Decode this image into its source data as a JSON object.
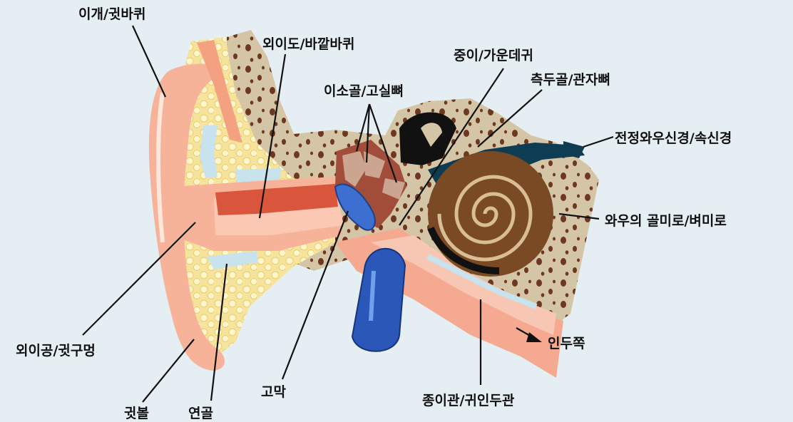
{
  "labels": {
    "pinna": "이개/귓바퀴",
    "external_ear": "외이도/바깥바퀴",
    "ossicles": "이소골/고실뼈",
    "middle_ear": "중이/가운데귀",
    "temporal_bone": "측두골/관자뼈",
    "vestibulocochlear_nerve": "전정와우신경/속신경",
    "cochlea": "와우의 골미로/벼미로",
    "ear_canal": "외이공/귓구멍",
    "earlobe": "귓볼",
    "cartilage": "연골",
    "eardrum": "고막",
    "eustachian_tube": "종이관/귀인두관",
    "to_pharynx": "인두쪽"
  },
  "colors": {
    "background": "#e5eef2",
    "skin": "#f6b39a",
    "cartilage": "#f7e39a",
    "bone": "#d2c3a3",
    "canal": "#d9553b",
    "eardrum": "#3d6fd0",
    "cochlea": "#7a4a24",
    "nerve": "#0e3c52"
  }
}
